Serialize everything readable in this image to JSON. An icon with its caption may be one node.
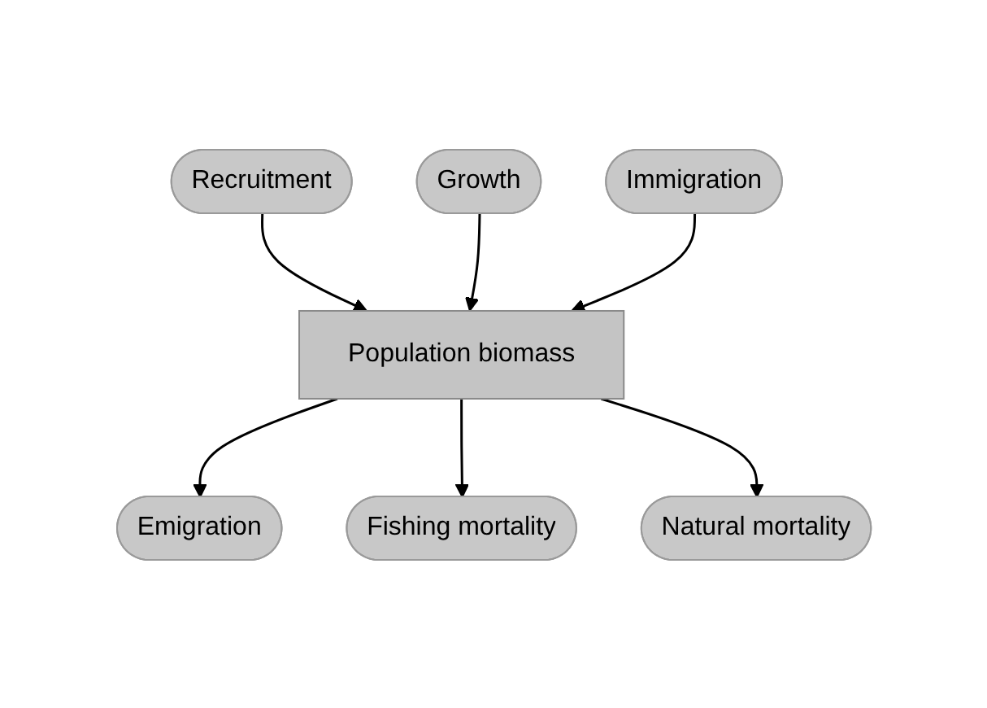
{
  "diagram": {
    "nodes": [
      {
        "text": [
          "Recruitment"
        ]
      },
      {
        "text": [
          "Growth"
        ]
      },
      {
        "text": [
          "Immigration"
        ]
      },
      {
        "text": [
          "Population biomass"
        ]
      },
      {
        "text": [
          "Emigration"
        ]
      },
      {
        "text": [
          "Fishing mortality"
        ]
      },
      {
        "text": [
          "Natural mortality"
        ]
      }
    ],
    "edges": [
      {
        "from": 0,
        "to": 3,
        "arrow": "to"
      },
      {
        "from": 1,
        "to": 3,
        "arrow": "to"
      },
      {
        "from": 2,
        "to": 3,
        "arrow": "to"
      },
      {
        "from": 3,
        "to": 4,
        "arrow": "to"
      },
      {
        "from": 3,
        "to": 5,
        "arrow": "to"
      },
      {
        "from": 3,
        "to": 6,
        "arrow": "to"
      }
    ]
  }
}
